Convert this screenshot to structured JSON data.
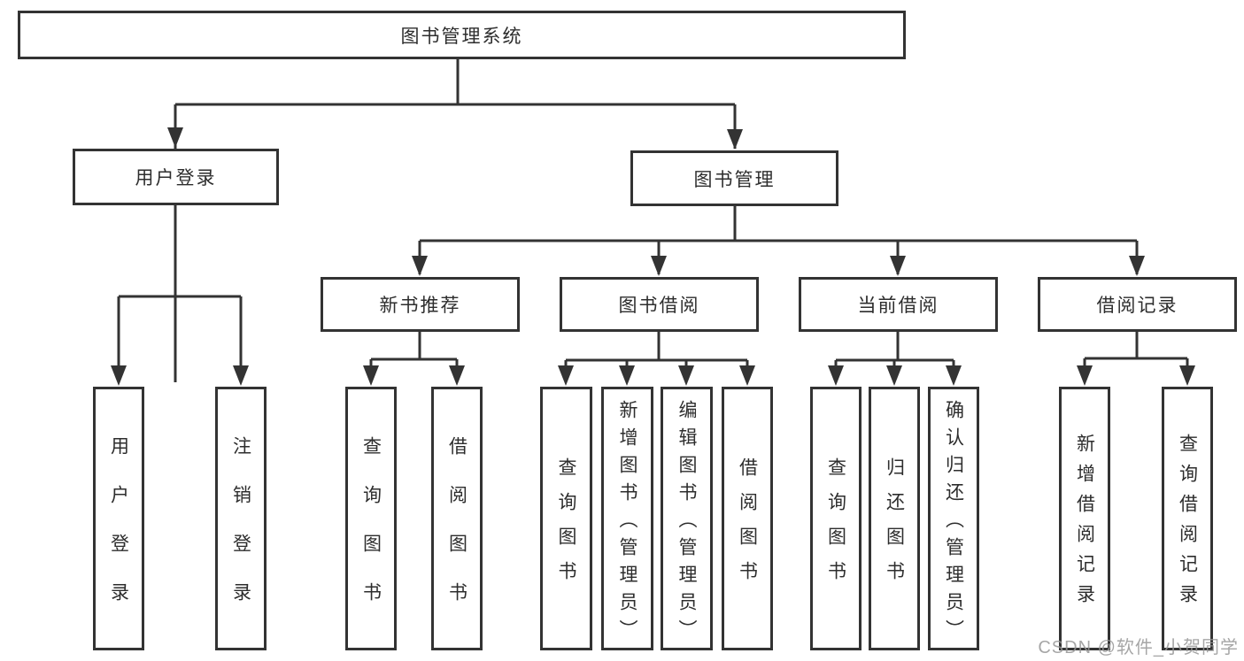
{
  "diagram": {
    "type": "hierarchy-tree",
    "colors": {
      "line": "#333333",
      "text": "#2d2d2d",
      "background": "#ffffff",
      "watermark": "#969696"
    }
  },
  "tree": {
    "root": {
      "label": "图书管理系统"
    },
    "branches": [
      {
        "label": "用户登录",
        "children": [
          {
            "label": "用户登录"
          },
          {
            "label": "注销登录"
          }
        ]
      },
      {
        "label": "图书管理",
        "children": [
          {
            "label": "新书推荐",
            "children": [
              {
                "label": "查询图书"
              },
              {
                "label": "借阅图书"
              }
            ]
          },
          {
            "label": "图书借阅",
            "children": [
              {
                "label": "查询图书"
              },
              {
                "label": "新增图书（管理员）"
              },
              {
                "label": "编辑图书（管理员）"
              },
              {
                "label": "借阅图书"
              }
            ]
          },
          {
            "label": "当前借阅",
            "children": [
              {
                "label": "查询图书"
              },
              {
                "label": "归还图书"
              },
              {
                "label": "确认归还（管理员）"
              }
            ]
          },
          {
            "label": "借阅记录",
            "children": [
              {
                "label": "新增借阅记录"
              },
              {
                "label": "查询借阅记录"
              }
            ]
          }
        ]
      }
    ]
  },
  "watermark": {
    "text": "CSDN @软件_小贺同学"
  }
}
